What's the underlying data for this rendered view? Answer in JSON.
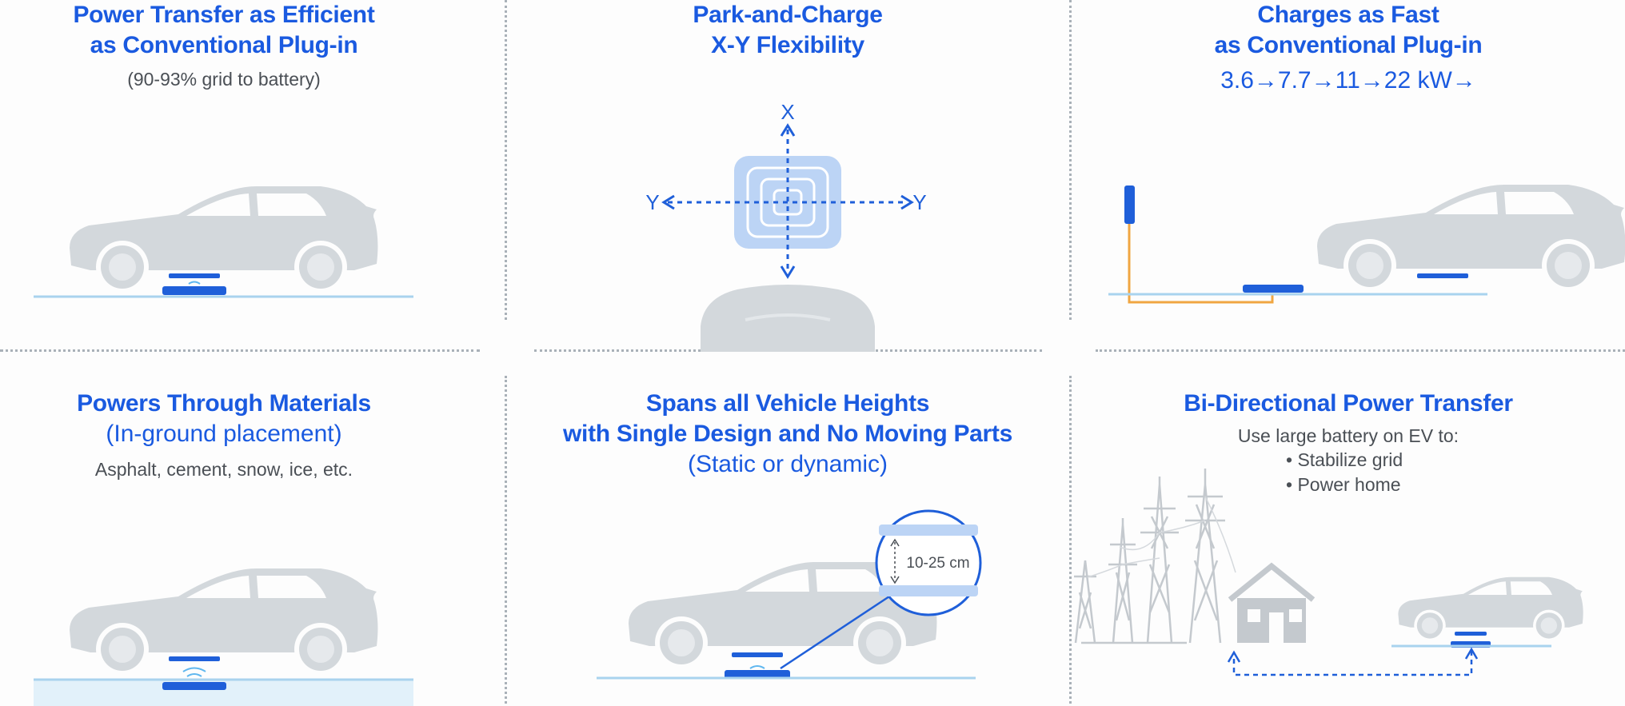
{
  "panels": {
    "efficiency": {
      "title_line1": "Power Transfer as Efficient",
      "title_line2": "as Conventional Plug-in",
      "note": "(90-93% grid to battery)"
    },
    "flexibility": {
      "title_line1": "Park-and-Charge",
      "title_line2": "X-Y Flexibility",
      "axis_x_label": "X",
      "axis_y_label": "Y"
    },
    "speed": {
      "title_line1": "Charges as Fast",
      "title_line2": "as Conventional Plug-in",
      "power_levels": "3.6→7.7→11→22 kW→"
    },
    "materials": {
      "title": "Powers Through Materials",
      "subtitle": "(In-ground placement)",
      "note": "Asphalt, cement, snow, ice, etc."
    },
    "heights": {
      "title_line1": "Spans all Vehicle Heights",
      "title_line2": "with Single Design and No Moving Parts",
      "subtitle": "(Static or dynamic)",
      "gap_label": "10-25 cm"
    },
    "bidirectional": {
      "title": "Bi-Directional Power Transfer",
      "intro": "Use large battery on EV to:",
      "bullets": [
        "Stabilize grid",
        "Power home"
      ]
    }
  },
  "colors": {
    "title_blue": "#1a5ae0",
    "car_gray": "#d3d8dc",
    "pad_blue": "#1f5fd9",
    "cable_orange": "#f0a642",
    "divider_gray": "#a9b1b8"
  }
}
